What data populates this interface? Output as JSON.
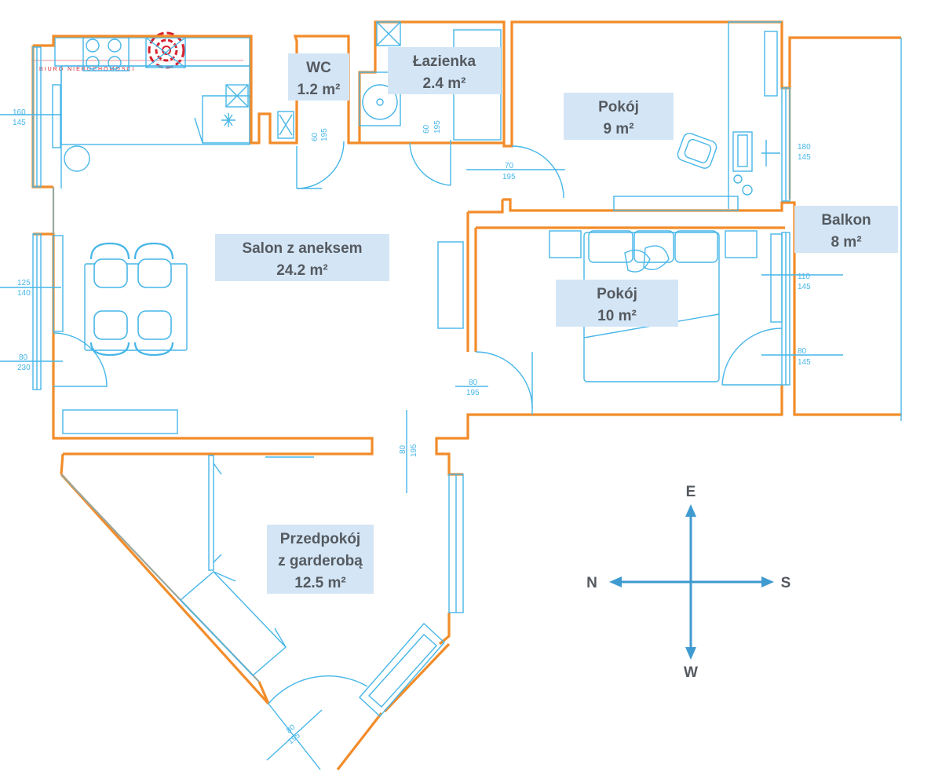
{
  "logo": {
    "text": "BIURO NIERUCHOMOŚCI",
    "color": "#d6202b"
  },
  "rooms": {
    "wc": {
      "name": "WC",
      "area": "1.2 m²"
    },
    "lazienka": {
      "name": "Łazienka",
      "area": "2.4 m²"
    },
    "pokoj_small": {
      "name": "Pokój",
      "area": "9 m²"
    },
    "balkon": {
      "name": "Balkon",
      "area": "8 m²"
    },
    "salon": {
      "name": "Salon z aneksem",
      "area": "24.2 m²"
    },
    "pokoj_large": {
      "name": "Pokój",
      "area": "10 m²"
    },
    "przedpokoj": {
      "line1": "Przedpokój",
      "line2": "z garderobą",
      "area": "12.5 m²"
    }
  },
  "dimensions": {
    "win_kitchen": {
      "w": "160",
      "h": "145"
    },
    "win_salon": {
      "w": "125",
      "h": "140"
    },
    "door_salon": {
      "w": "80",
      "h": "230"
    },
    "door_wc": {
      "w": "60",
      "h": "195"
    },
    "door_lazienka": {
      "w": "60",
      "h": "195"
    },
    "door_pokoj_small": {
      "w": "70",
      "h": "195"
    },
    "win_pokoj_small": {
      "w": "180",
      "h": "145"
    },
    "win_pokoj_large": {
      "w": "110",
      "h": "145"
    },
    "door_balkon": {
      "w": "80",
      "h": "145"
    },
    "door_pokoj_large": {
      "w": "80",
      "h": "195"
    },
    "door_hall": {
      "w": "80",
      "h": "195"
    },
    "door_entrance": {
      "w": "80",
      "h": "195"
    }
  },
  "compass": {
    "north": "N",
    "south": "S",
    "east": "E",
    "west": "W",
    "color": "#3f9ad0"
  },
  "colors": {
    "walls": "#f28c2a",
    "fixtures": "#47b6e8",
    "labels_bg": "#d4e6f6",
    "labels_text": "#555a60"
  }
}
